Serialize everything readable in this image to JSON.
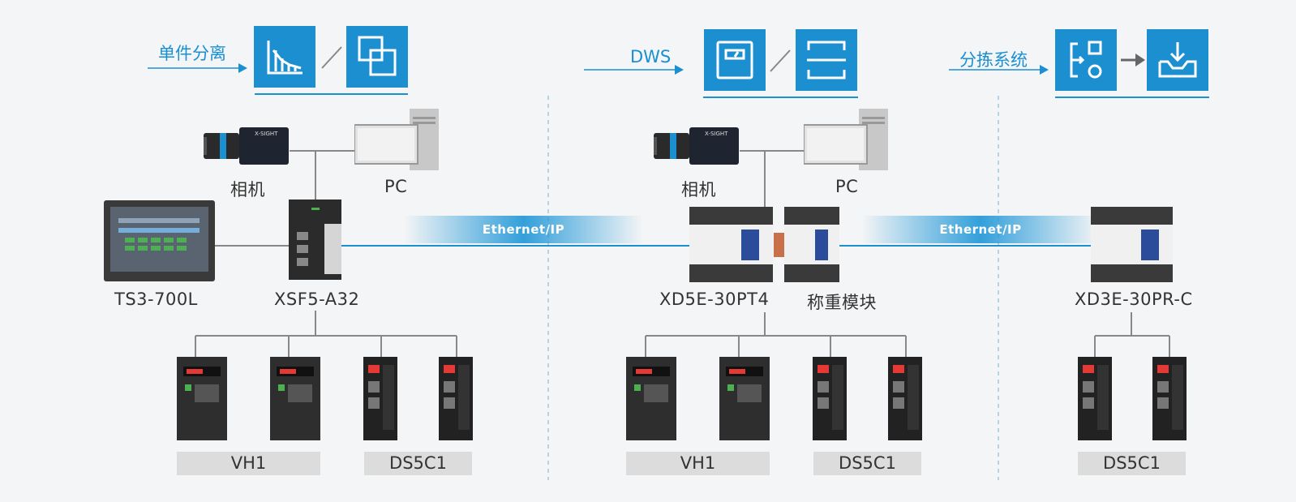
{
  "section1": {
    "func_label": "单件分离",
    "func_icons": [
      "bar-chart-icon",
      "overlap-squares-icon"
    ],
    "camera_label": "相机",
    "pc_label": "PC",
    "hmi_label": "TS3-700L",
    "controller_label": "XSF5-A32",
    "drive_groups": [
      {
        "label": "VH1",
        "device_icon": "inverter-icon"
      },
      {
        "label": "DS5C1",
        "device_icon": "servo-drive-icon"
      }
    ],
    "camera_brand": "X-SIGHT"
  },
  "network1": {
    "label": "Ethernet/IP"
  },
  "section2": {
    "func_label": "DWS",
    "func_icons": [
      "scale-icon",
      "scan-frame-icon"
    ],
    "camera_label": "相机",
    "pc_label": "PC",
    "plc_label": "XD5E-30PT4",
    "module_label": "称重模块",
    "drive_groups": [
      {
        "label": "VH1",
        "device_icon": "inverter-icon"
      },
      {
        "label": "DS5C1",
        "device_icon": "servo-drive-icon"
      }
    ],
    "camera_brand": "X-SIGHT"
  },
  "network2": {
    "label": "Ethernet/IP"
  },
  "section3": {
    "func_label": "分拣系统",
    "func_icons": [
      "sort-flow-icon",
      "inbox-download-icon"
    ],
    "plc_label": "XD3E-30PR-C",
    "drive_groups": [
      {
        "label": "DS5C1",
        "device_icon": "servo-drive-icon"
      }
    ]
  },
  "colors": {
    "accent": "#1c8fd1",
    "background": "#f4f5f6",
    "line": "#888888",
    "label_bar": "#dcdcdc"
  }
}
